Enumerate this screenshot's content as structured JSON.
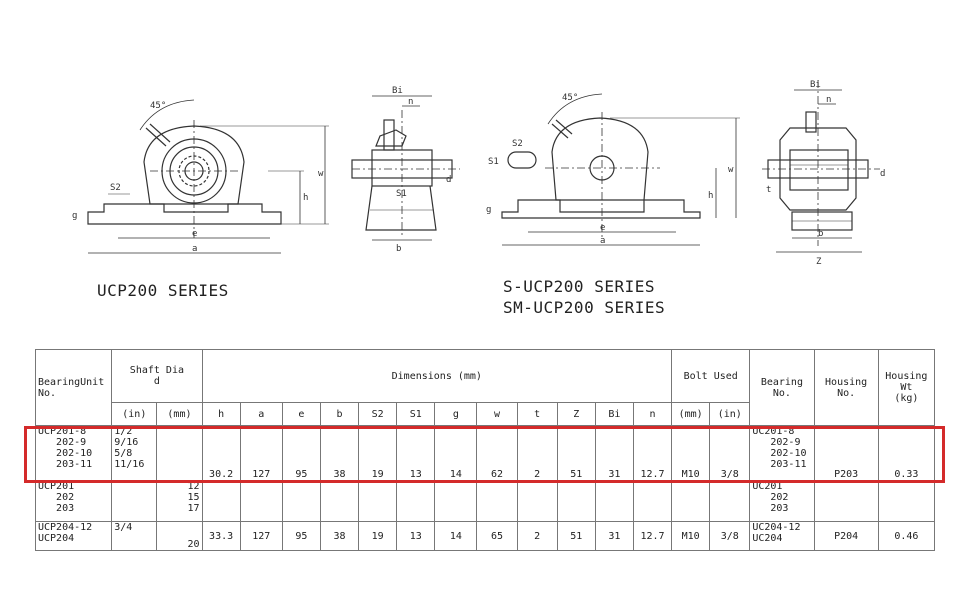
{
  "drawing_labels": {
    "angle_45": "45°",
    "s2": "S2",
    "s1": "S1",
    "g": "g",
    "h": "h",
    "w": "w",
    "e": "e",
    "a": "a",
    "b": "b",
    "bi": "Bi",
    "n": "n",
    "d": "d",
    "t": "t",
    "z": "Z"
  },
  "series": {
    "left": "UCP200 SERIES",
    "right_line1": "S-UCP200 SERIES",
    "right_line2": "SM-UCP200 SERIES"
  },
  "table": {
    "headers": {
      "bearing_unit": "BearingUnit\nNo.",
      "shaft_dia": "Shaft Dia\nd",
      "dimensions": "Dimensions   (mm)",
      "bolt_used": "Bolt Used",
      "bearing_no": "Bearing\nNo.",
      "housing_no": "Housing\nNo.",
      "housing_wt": "Housing\nWt\n(kg)"
    },
    "subheaders": [
      "(in)",
      "(mm)",
      "h",
      "a",
      "e",
      "b",
      "S2",
      "S1",
      "g",
      "w",
      "t",
      "Z",
      "Bi",
      "n",
      "(mm)",
      "(in)"
    ],
    "rows": [
      {
        "unit": "UCP201-8\n   202-9\n   202-10\n   203-11",
        "in": "1/2\n9/16\n5/8\n11/16",
        "mm": "",
        "h": "30.2",
        "a": "127",
        "e": "95",
        "b": "38",
        "s2": "19",
        "s1": "13",
        "g": "14",
        "w": "62",
        "t": "2",
        "z": "51",
        "bi": "31",
        "n": "12.7",
        "bolt_mm": "M10",
        "bolt_in": "3/8",
        "bearing": "UC201-8\n   202-9\n   202-10\n   203-11",
        "housing": "P203",
        "wt": "0.33"
      },
      {
        "unit": "UCP201\n   202\n   203",
        "in": "",
        "mm": "12\n15\n17",
        "h": "",
        "a": "",
        "e": "",
        "b": "",
        "s2": "",
        "s1": "",
        "g": "",
        "w": "",
        "t": "",
        "z": "",
        "bi": "",
        "n": "",
        "bolt_mm": "",
        "bolt_in": "",
        "bearing": "UC201\n   202\n   203",
        "housing": "",
        "wt": ""
      },
      {
        "unit": "UCP204-12\nUCP204",
        "in": "3/4",
        "mm": "20",
        "h": "33.3",
        "a": "127",
        "e": "95",
        "b": "38",
        "s2": "19",
        "s1": "13",
        "g": "14",
        "w": "65",
        "t": "2",
        "z": "51",
        "bi": "31",
        "n": "12.7",
        "bolt_mm": "M10",
        "bolt_in": "3/8",
        "bearing": "UC204-12\nUC204",
        "housing": "P204",
        "wt": "0.46"
      }
    ]
  }
}
